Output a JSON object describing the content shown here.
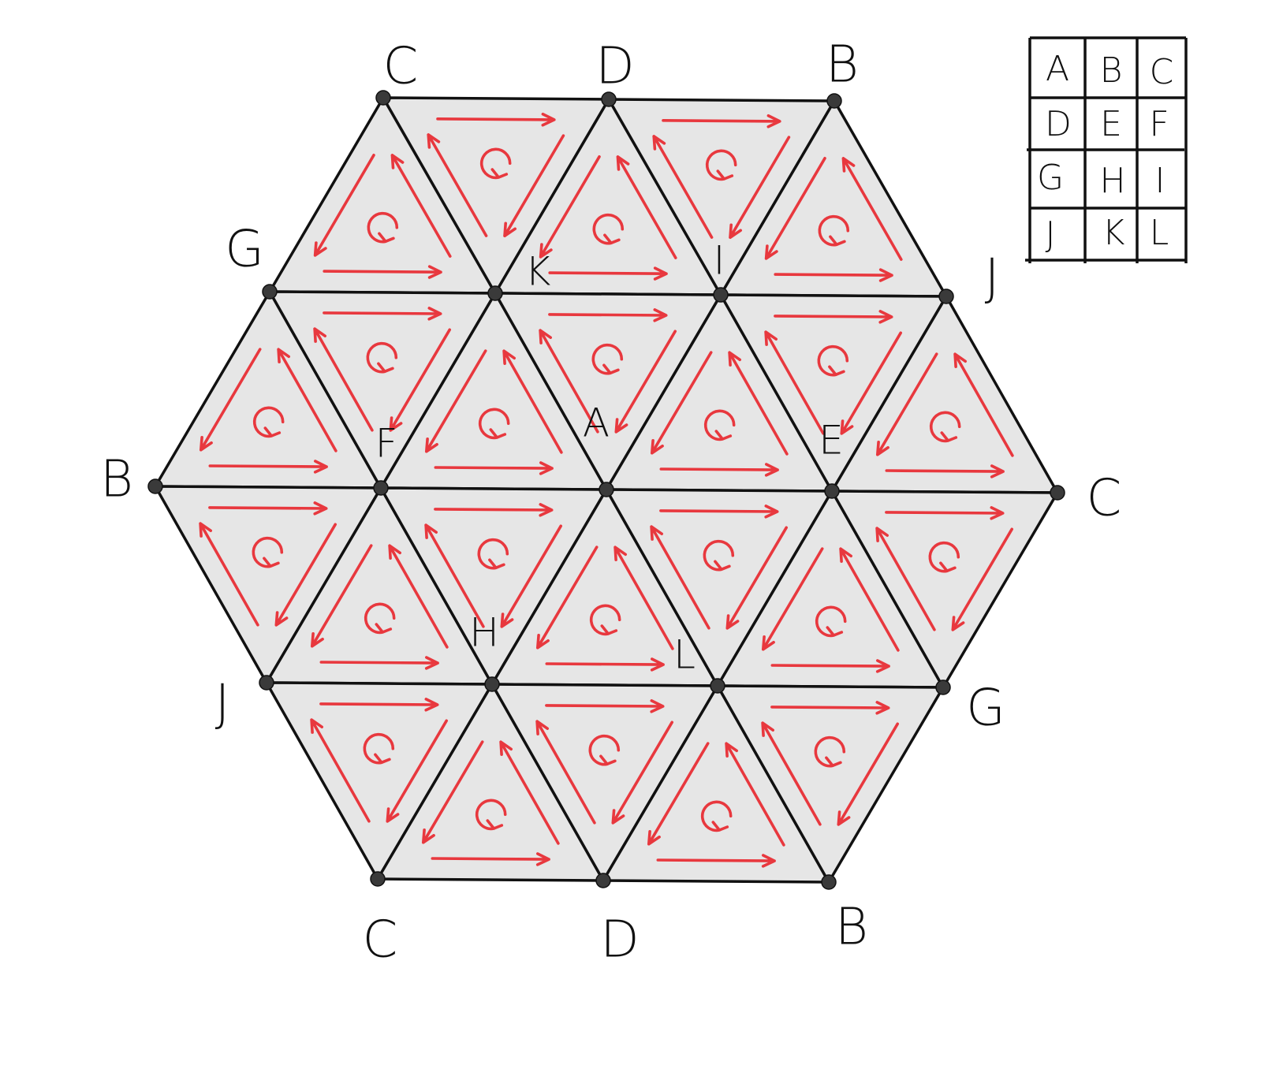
{
  "colors": {
    "triangle_fill": "#e6e6e6",
    "edge": "#111111",
    "arrow": "#e8383e",
    "vertex": "#3a3a3a"
  },
  "vertex_labels": {
    "top_left": "C",
    "top_mid": "D",
    "top_right": "B",
    "upper_left": "G",
    "upper_right": "J",
    "left": "B",
    "right": "C",
    "lower_left": "J",
    "lower_right": "G",
    "bottom_left": "C",
    "bottom_mid": "D",
    "bottom_right": "B"
  },
  "inner_labels": {
    "center": "A",
    "upper_inner_left": "K",
    "upper_inner_right": "I",
    "mid_inner_left": "F",
    "mid_inner_right": "E",
    "lower_inner_left": "H",
    "lower_inner_right": "L"
  },
  "legend": {
    "rows": [
      [
        "A",
        "B",
        "C"
      ],
      [
        "D",
        "E",
        "F"
      ],
      [
        "G",
        "H",
        "I"
      ],
      [
        "J",
        "K",
        "L"
      ]
    ]
  }
}
